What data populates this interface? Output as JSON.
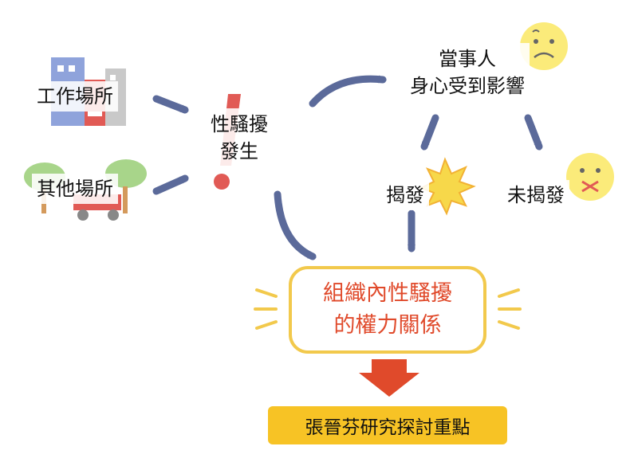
{
  "nodes": {
    "workplace": "工作場所",
    "other_place": "其他場所",
    "occurrence_l1": "性騷擾",
    "occurrence_l2": "發生",
    "affected_l1": "當事人",
    "affected_l2": "身心受到影響",
    "disclosed": "揭發",
    "undisclosed": "未揭發",
    "center_l1": "組織內性騷擾",
    "center_l2": "的權力關係",
    "conclusion": "張晉芬研究探討重點"
  },
  "icons": [
    "office-building-icon",
    "park-bench-icon",
    "exclamation-icon",
    "sad-face-icon",
    "burst-icon",
    "silenced-face-icon",
    "down-arrow-icon"
  ],
  "colors": {
    "arrow": "#5b6a9a",
    "highlight_text": "#e04a2b",
    "box_border": "#f2c94c",
    "bottom_fill": "#f7c325",
    "block_arrow": "#e04a2b",
    "emoji_fill": "#fbeb7a"
  }
}
